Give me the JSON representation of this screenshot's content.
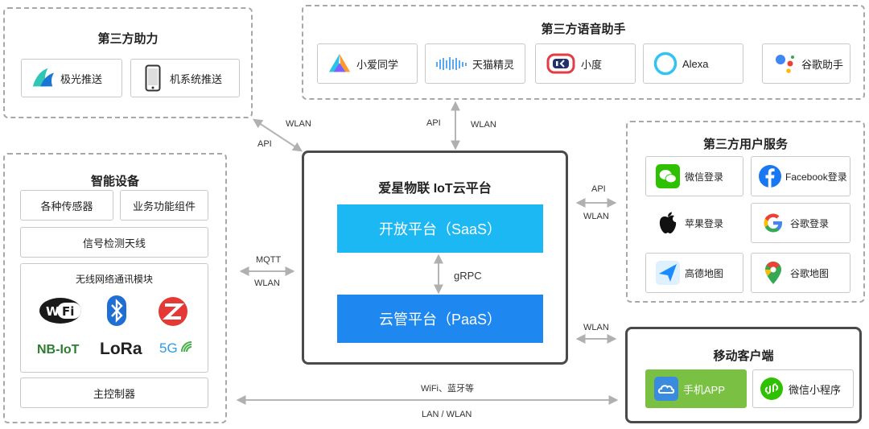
{
  "assist": {
    "title": "第三方助力",
    "items": [
      "极光推送",
      "机系统推送"
    ]
  },
  "voice": {
    "title": "第三方语音助手",
    "items": [
      "小爱同学",
      "天猫精灵",
      "小度",
      "Alexa",
      "谷歌助手"
    ]
  },
  "devices": {
    "title": "智能设备",
    "sensors": "各种传感器",
    "biz": "业务功能组件",
    "signal": "信号检测天线",
    "wireless_title": "无线网络通讯模块",
    "modules": [
      "Wi-Fi",
      "Bluetooth",
      "Zigbee",
      "NB-IoT",
      "LoRa",
      "5G"
    ],
    "module_text": {
      "nbiot": "NB-IoT",
      "lora": "LoRa",
      "fiveg": "5G"
    },
    "mcu": "主控制器"
  },
  "platform": {
    "title": "爱星物联 IoT云平台",
    "saas": "开放平台（SaaS）",
    "paas": "云管平台（PaaS）",
    "grpc": "gRPC"
  },
  "user_services": {
    "title": "第三方用户服务",
    "items": [
      "微信登录",
      "Facebook登录",
      "苹果登录",
      "谷歌登录",
      "高德地图",
      "谷歌地图"
    ]
  },
  "mobile": {
    "title": "移动客户端",
    "app": "手机APP",
    "miniprogram": "微信小程序"
  },
  "links": {
    "assist_wlan": "WLAN",
    "assist_api": "API",
    "voice_api": "API",
    "voice_wlan": "WLAN",
    "user_api": "API",
    "user_wlan": "WLAN",
    "device_mqtt": "MQTT",
    "device_wlan": "WLAN",
    "mobile_wlan": "WLAN",
    "bottom_top": "WiFi、蓝牙等",
    "bottom_bottom": "LAN / WLAN"
  },
  "colors": {
    "saas": "#1cb8f3",
    "paas": "#1e88f0",
    "app_green": "#7ac143",
    "arrow": "#b5b5b5"
  }
}
